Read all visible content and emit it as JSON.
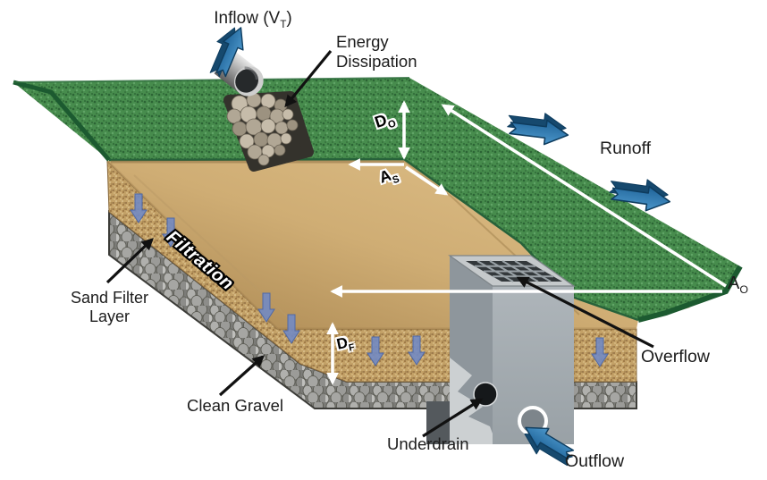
{
  "diagram": {
    "labels": {
      "inflow": {
        "pre": "Inflow (V",
        "sub": "T",
        "post": ")"
      },
      "energy_dissipation": {
        "line1": "Energy",
        "line2": "Dissipation"
      },
      "runoff": "Runoff",
      "d_o": {
        "main": "D",
        "sub": "O"
      },
      "a_s": {
        "main": "A",
        "sub": "S"
      },
      "a_o": {
        "main": "A",
        "sub": "O"
      },
      "d_f": {
        "main": "D",
        "sub": "F"
      },
      "filtration": "Filtration",
      "sand_filter_layer": {
        "line1": "Sand Filter",
        "line2": "Layer"
      },
      "clean_gravel": "Clean Gravel",
      "underdrain": "Underdrain",
      "overflow": "Overflow",
      "outflow": "Outflow"
    },
    "colors": {
      "grass": "#478c4d",
      "grass_edge": "#1c5a30",
      "sand": "#c3a167",
      "gravel": "#7b7b77",
      "concrete": "#a4abb0",
      "flow_arrow_blue": "#2f7fb8",
      "filtration_arrow_blue": "#7289c3",
      "measurement_white": "#ffffff",
      "label_black": "#1c1c1c"
    }
  }
}
